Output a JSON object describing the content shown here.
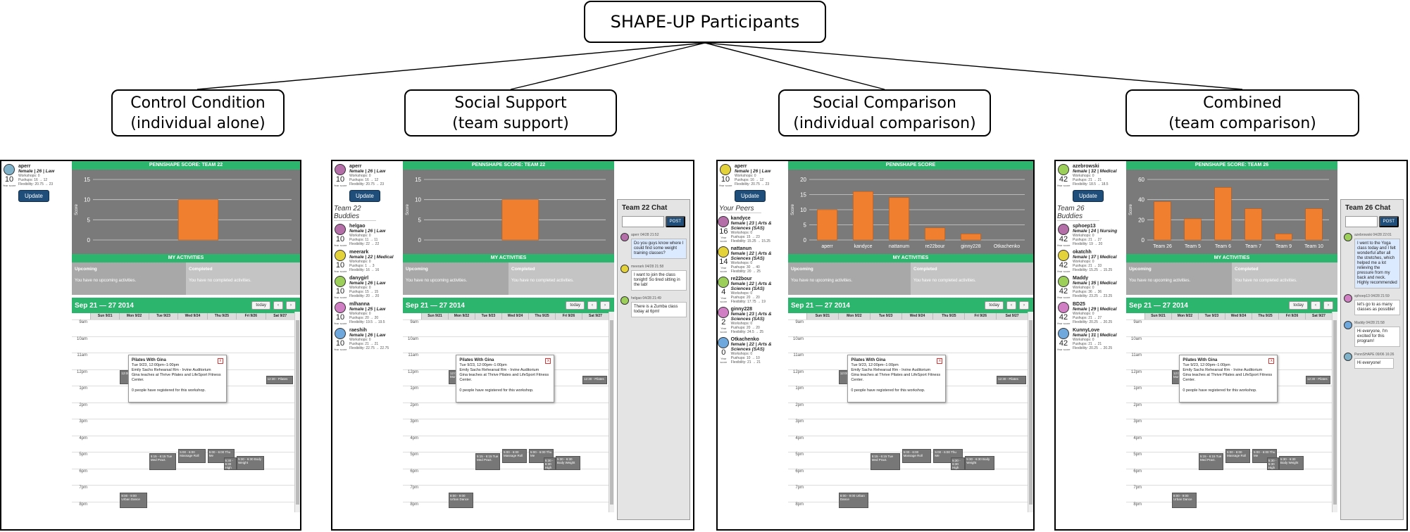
{
  "diagram": {
    "root": "SHAPE-UP Participants",
    "conditions": [
      {
        "line1": "Control Condition",
        "line2": "(individual alone)"
      },
      {
        "line1": "Social Support",
        "line2": "(team support)"
      },
      {
        "line1": "Social Comparison",
        "line2": "(individual comparison)"
      },
      {
        "line1": "Combined",
        "line2": "(team comparison)"
      }
    ]
  },
  "common": {
    "update_label": "Update",
    "my_activities": "MY ACTIVITIES",
    "upcoming_label": "Upcoming",
    "upcoming_text": "You have no upcoming activities.",
    "completed_label": "Completed",
    "completed_text": "You have no completed activities.",
    "calendar_title": "Sep 21 — 27 2014",
    "today_label": "today",
    "days": [
      "Sun 9/21",
      "Mon 9/22",
      "Tue 9/23",
      "Wed 9/24",
      "Thu 9/25",
      "Fri 9/26",
      "Sat 9/27"
    ],
    "hours": [
      "9am",
      "10am",
      "11am",
      "12pm",
      "1pm",
      "2pm",
      "3pm",
      "4pm",
      "5pm",
      "6pm",
      "7pm",
      "8pm"
    ],
    "year_score_label": "Year score",
    "popup": {
      "title": "Pilates With Gina",
      "time": "Tue 9/23, 12:00pm–1:00pm",
      "location": "Emily Sachs Rehearsal Rm - Irvine Auditorium",
      "desc": "Gina teaches at Thrive Pilates and LifeSport Fitness Center.",
      "registered": "0 people have registered for this workshop.",
      "close": "x"
    },
    "events": {
      "e1": "5:15 - 6:15 Tue Med Pract.",
      "e2": "5:00 - 6:00 Massage Roll",
      "e3": "5:00 - 6:00 Thu Me",
      "e4": "5:30 - 6:30 High",
      "e5": "5:30 - 6:30 Body Weight",
      "e6": "8:00 - 9:00 Urban Dance",
      "e7": "12:30 - Pilates",
      "e8": "12:00 Pilat Mon"
    }
  },
  "panels": [
    {
      "title": "PENNSHAPE SCORE: TEAM 22",
      "profile": {
        "name": "aperr",
        "demo": "female | 26 | Law",
        "score": "10",
        "workshops": "Workshops: 0",
        "pushups": "Pushups: 16 → 12",
        "flex": "Flexibility: 20.75 → 23"
      },
      "peers_title": "",
      "peers": [],
      "chat": null
    },
    {
      "title": "PENNSHAPE SCORE: TEAM 22",
      "profile": {
        "name": "aperr",
        "demo": "female | 26 | Law",
        "score": "10",
        "workshops": "Workshops: 0",
        "pushups": "Pushups: 16 → 12",
        "flex": "Flexibility: 20.75 → 23"
      },
      "peers_title": "Team 22 Buddies",
      "peers": [
        {
          "name": "helgao",
          "demo": "female | 26 | Law",
          "score": "10",
          "workshops": "Workshops: 0",
          "pushups": "Pushups: 11 → 11",
          "flex": "Flexibility: 22 → 22"
        },
        {
          "name": "meerark",
          "demo": "female | 22 | Medical",
          "score": "10",
          "workshops": "Workshops: 0",
          "pushups": "Pushups: 1 → 3",
          "flex": "Flexibility: 16 → 16"
        },
        {
          "name": "danygirl",
          "demo": "female | 26 | Law",
          "score": "10",
          "workshops": "Workshops: 0",
          "pushups": "Pushups: 15 → 15",
          "flex": "Flexibility: 20 → 20"
        },
        {
          "name": "mlhanna",
          "demo": "female | 25 | Law",
          "score": "10",
          "workshops": "Workshops: 0",
          "pushups": "Pushups: 20 → 20",
          "flex": "Flexibility: 19.5 → 19.5"
        },
        {
          "name": "raeshih",
          "demo": "female | 26 | Law",
          "score": "10",
          "workshops": "Workshops: 0",
          "pushups": "Pushups: 21 → 21",
          "flex": "Flexibility: 22.75 → 22.75"
        }
      ],
      "chat": {
        "title": "Team 22 Chat",
        "post": "POST",
        "messages": [
          {
            "user": "aperr",
            "time": "04/28 21:52",
            "text": "Do you guys know where I could find some weight training classes?",
            "mine": true
          },
          {
            "user": "meerark",
            "time": "04/28 21:58",
            "text": "I want to join the class tonight! So tired sitting in the lab!",
            "mine": false
          },
          {
            "user": "helgao",
            "time": "04/28 21:49",
            "text": "There is a Zumba class today at 6pm!",
            "mine": false
          }
        ]
      }
    },
    {
      "title": "PENNSHAPE SCORE",
      "profile": {
        "name": "aperr",
        "demo": "female | 26 | Law",
        "score": "10",
        "workshops": "Workshops: 0",
        "pushups": "Pushups: 16 → 12",
        "flex": "Flexibility: 20.75 → 23"
      },
      "peers_title": "Your Peers",
      "peers": [
        {
          "name": "kandyce",
          "demo": "female | 23 | Arts & Sciences (SAS)",
          "score": "16",
          "workshops": "Workshops: 0",
          "pushups": "Pushups: 15 → 23",
          "flex": "Flexibility: 15.25 → 15.25"
        },
        {
          "name": "nattanun",
          "demo": "female | 22 | Arts & Sciences (SAS)",
          "score": "14",
          "workshops": "Workshops: 0",
          "pushups": "Pushups: 30 → 40",
          "flex": "Flexibility: 20 → 25"
        },
        {
          "name": "re22bour",
          "demo": "female | 22 | Arts & Sciences (SAS)",
          "score": "4",
          "workshops": "Workshops: 0",
          "pushups": "Pushups: 20 → 20",
          "flex": "Flexibility: 17.75 → 19"
        },
        {
          "name": "ginny228",
          "demo": "female | 23 | Arts & Sciences (SAS)",
          "score": "2",
          "workshops": "Workshops: 0",
          "pushups": "Pushups: 20 → 20",
          "flex": "Flexibility: 24.5 → 25"
        },
        {
          "name": "Otkachenko",
          "demo": "female | 22 | Arts & Sciences (SAS)",
          "score": "0",
          "workshops": "Workshops: 0",
          "pushups": "Pushups: 10 → 10",
          "flex": "Flexibility: 21 → 21"
        }
      ],
      "chat": null
    },
    {
      "title": "PENNSHAPE SCORE: TEAM 26",
      "profile": {
        "name": "azebrowski",
        "demo": "female | 32 | Medical",
        "score": "42",
        "workshops": "Workshops: 0",
        "pushups": "Pushups: 21 → 21",
        "flex": "Flexibility: 18.5 → 18.5"
      },
      "peers_title": "Team 26 Buddies",
      "peers": [
        {
          "name": "sphoep13",
          "demo": "female | 24 | Nursing",
          "score": "42",
          "workshops": "Workshops: 0",
          "pushups": "Pushups: 21 → 27",
          "flex": "Flexibility: 19 → 20"
        },
        {
          "name": "okatchh",
          "demo": "female | 37 | Medical",
          "score": "42",
          "workshops": "Workshops: 0",
          "pushups": "Pushups: 21 → 33",
          "flex": "Flexibility: 15.25 → 15.25"
        },
        {
          "name": "Maddy",
          "demo": "female | 35 | Medical",
          "score": "42",
          "workshops": "Workshops: 0",
          "pushups": "Pushups: 36 → 36",
          "flex": "Flexibility: 23.25 → 23.25"
        },
        {
          "name": "BD25",
          "demo": "female | 29 | Medical",
          "score": "42",
          "workshops": "Workshops: 0",
          "pushups": "Pushups: 21 → 27",
          "flex": "Flexibility: 20.25 → 20.25"
        },
        {
          "name": "KunnyLove",
          "demo": "female | 31 | Medical",
          "score": "42",
          "workshops": "Workshops: 0",
          "pushups": "Pushups: 21 → 21",
          "flex": "Flexibility: 20.25 → 20.25"
        }
      ],
      "chat": {
        "title": "Team 26 Chat",
        "post": "POST",
        "messages": [
          {
            "user": "azebrowski",
            "time": "04/28 22:01",
            "text": "I went to the Yoga class today and I felt wonderful after all the stretches, which helped me a lot relieving the pressure from my back and neck. Highly recommended",
            "mine": true
          },
          {
            "user": "sphoep13",
            "time": "04/28 21:59",
            "text": "let's go to as many classes as possible!",
            "mine": false
          },
          {
            "user": "Maddy",
            "time": "04/28 21:58",
            "text": "Hi everyone, I'm excited for this program!",
            "mine": false
          },
          {
            "user": "PennSHAPE",
            "time": "09/06 16:26",
            "text": "Hi everyone!",
            "mine": false
          }
        ]
      }
    }
  ],
  "chart_data": [
    {
      "type": "bar",
      "title": "PENNSHAPE SCORE: TEAM 22",
      "ylabel": "Score",
      "ylim": [
        0,
        15
      ],
      "yticks": [
        0,
        5,
        10,
        15
      ],
      "categories": [
        ""
      ],
      "values": [
        10
      ]
    },
    {
      "type": "bar",
      "title": "PENNSHAPE SCORE: TEAM 22",
      "ylabel": "Score",
      "ylim": [
        0,
        15
      ],
      "yticks": [
        0,
        5,
        10,
        15
      ],
      "categories": [
        ""
      ],
      "values": [
        10
      ]
    },
    {
      "type": "bar",
      "title": "PENNSHAPE SCORE",
      "ylabel": "Score",
      "ylim": [
        0,
        20
      ],
      "yticks": [
        0,
        5,
        10,
        15,
        20
      ],
      "categories": [
        "aperr",
        "kandyce",
        "nattanum",
        "re22bour",
        "ginny228",
        "Otkachenko"
      ],
      "values": [
        10,
        16,
        14,
        4,
        2,
        0
      ]
    },
    {
      "type": "bar",
      "title": "PENNSHAPE SCORE: TEAM 26",
      "ylabel": "Score",
      "ylim": [
        0,
        60
      ],
      "yticks": [
        0,
        20,
        40,
        60
      ],
      "categories": [
        "Team 26",
        "Team 5",
        "Team 6",
        "Team 7",
        "Team 9",
        "Team 10"
      ],
      "values": [
        38,
        21,
        52,
        31,
        6,
        31
      ]
    }
  ],
  "colors": {
    "green": "#2cb56c",
    "orange": "#f07f2f",
    "chart_bg": "#7a7a7a",
    "button": "#1e4e79"
  },
  "avatar_colors": [
    [
      "#7fb2c9",
      "#b46fa8",
      "#e3d23a",
      "#9ccf5a",
      "#d17fc4",
      "#6fa8dc"
    ]
  ]
}
